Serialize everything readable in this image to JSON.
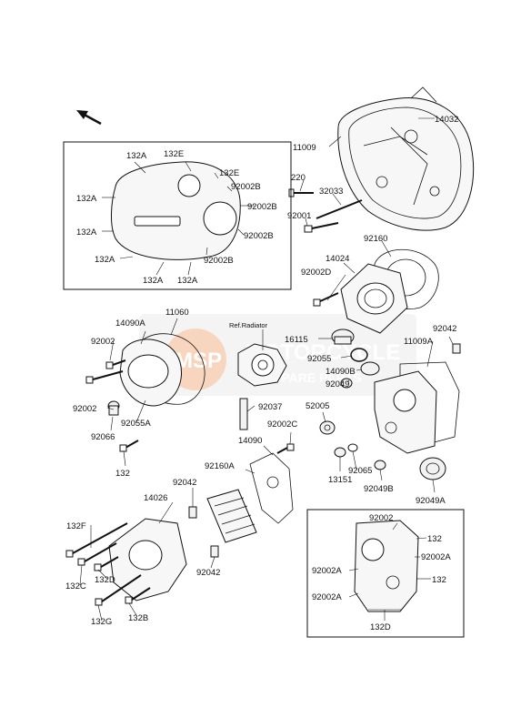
{
  "watermark": {
    "badge": "MSP",
    "brand": "MOTORCYCLE",
    "sub": "SPARE PARTS",
    "color": "#e86a1a"
  },
  "ref_note": "Ref.Radiator",
  "labels": {
    "p14032": "14032",
    "p11009": "11009",
    "p220": "220",
    "p32033": "32033",
    "p92001": "92001",
    "p92160": "92160",
    "p14024": "14024",
    "p92002D": "92002D",
    "p132A_1": "132A",
    "p132E_1": "132E",
    "p132E_2": "132E",
    "p132A_2": "132A",
    "p92002B_1": "92002B",
    "p92002B_2": "92002B",
    "p92002B_3": "92002B",
    "p92002B_4": "92002B",
    "p132A_3": "132A",
    "p132A_4": "132A",
    "p132A_5": "132A",
    "p132A_6": "132A",
    "p11060": "11060",
    "p14090A": "14090A",
    "p92002_a": "92002",
    "p92002_b": "92002",
    "p92055A": "92055A",
    "p92066": "92066",
    "p132": "132",
    "p92037": "92037",
    "p16115": "16115",
    "p92055": "92055",
    "p14090B": "14090B",
    "p92049": "92049",
    "p52005": "52005",
    "p92042_a": "92042",
    "p11009A": "11009A",
    "p92002C": "92002C",
    "p14090": "14090",
    "p92160A": "92160A",
    "p13151": "13151",
    "p92065": "92065",
    "p92049B": "92049B",
    "p92049A": "92049A",
    "p92042_b": "92042",
    "p14026": "14026",
    "p132F": "132F",
    "p132C": "132C",
    "p132D": "132D",
    "p92042_c": "92042",
    "p132G": "132G",
    "p132B": "132B",
    "i92002": "92002",
    "i132_1": "132",
    "i92002A_1": "92002A",
    "i92002A_2": "92002A",
    "i92002A_3": "92002A",
    "i132_2": "132",
    "i132D": "132D"
  }
}
